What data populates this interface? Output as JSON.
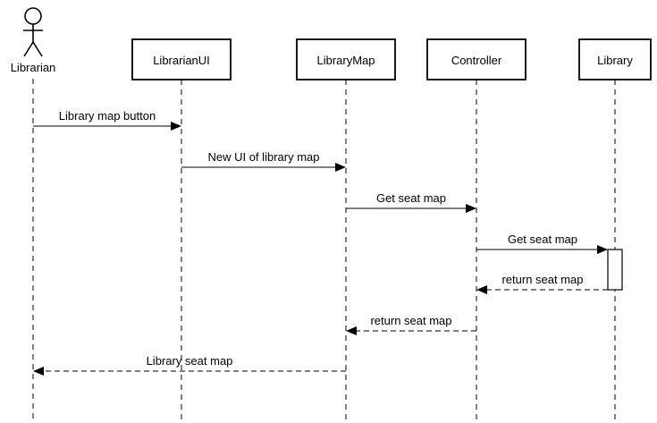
{
  "actor": {
    "label": "Librarian"
  },
  "lifelines": [
    {
      "id": "librarianui",
      "label": "LibrarianUI"
    },
    {
      "id": "librarymap",
      "label": "LibraryMap"
    },
    {
      "id": "controller",
      "label": "Controller"
    },
    {
      "id": "library",
      "label": "Library"
    }
  ],
  "messages": [
    {
      "label": "Library map button",
      "from": "librarian",
      "to": "librarianui",
      "type": "sync"
    },
    {
      "label": "New UI of library map",
      "from": "librarianui",
      "to": "librarymap",
      "type": "sync"
    },
    {
      "label": "Get seat map",
      "from": "librarymap",
      "to": "controller",
      "type": "sync"
    },
    {
      "label": "Get seat map",
      "from": "controller",
      "to": "library",
      "type": "sync"
    },
    {
      "label": "return seat map",
      "from": "library",
      "to": "controller",
      "type": "return"
    },
    {
      "label": "return seat map",
      "from": "controller",
      "to": "librarymap",
      "type": "return"
    },
    {
      "label": "Library seat map",
      "from": "librarymap",
      "to": "librarian",
      "type": "return"
    }
  ],
  "colors": {
    "stroke": "#000000",
    "fill": "#ffffff"
  }
}
